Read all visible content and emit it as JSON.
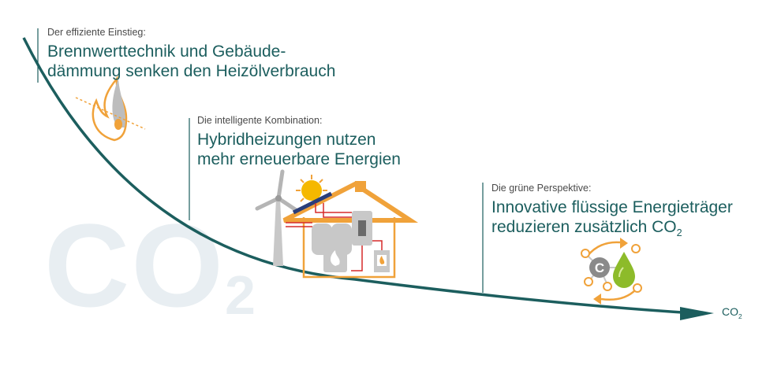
{
  "background_text": {
    "main": "CO",
    "subscript": "2"
  },
  "stage1": {
    "subtitle": "Der effiziente Einstieg:",
    "title_line1": "Brennwerttechnik und Gebäude-",
    "title_line2": "dämmung senken den Heizölverbrauch"
  },
  "stage2": {
    "subtitle": "Die intelligente Kombination:",
    "title_line1": "Hybridheizungen nutzen",
    "title_line2": "mehr erneuerbare Energien"
  },
  "stage3": {
    "subtitle": "Die grüne Perspektive:",
    "title_line1": "Innovative flüssige Energieträger",
    "title_line2_main": "reduzieren zusätzlich CO",
    "title_line2_sub": "2"
  },
  "axis_label": {
    "main": "CO",
    "subscript": "2"
  },
  "molecule_letter": "C",
  "colors": {
    "teal": "#1c5e5e",
    "orange": "#f0a23a",
    "red": "#d62a2a",
    "grey": "#c8c8c8",
    "green": "#8dbb2a"
  }
}
